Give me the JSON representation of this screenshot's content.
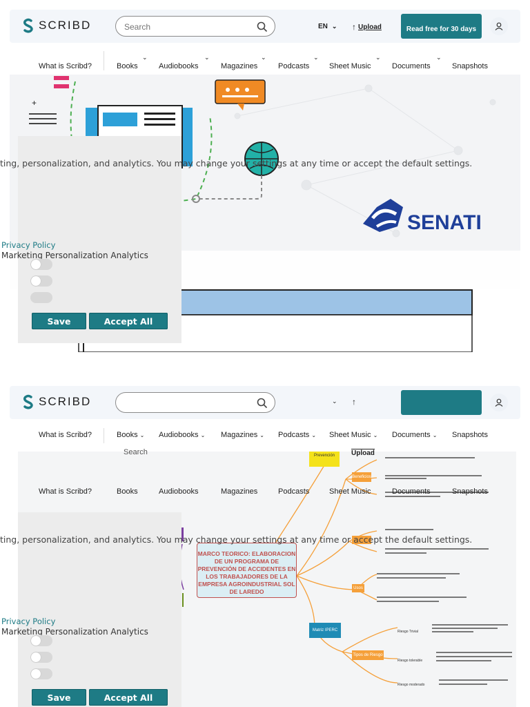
{
  "colors": {
    "accent": "#1e7b85",
    "header_bg": "#f3f6fa",
    "consent_bg": "#ececec"
  },
  "header": {
    "logo_text": "SCRIBD",
    "search_placeholder": "Search",
    "lang": "EN",
    "upload_label": "Upload",
    "cta_label": "Read free for 30 days"
  },
  "nav": {
    "items": [
      "What is Scribd?",
      "Books",
      "Audiobooks",
      "Magazines",
      "Podcasts",
      "Sheet Music",
      "Documents",
      "Snapshots"
    ]
  },
  "consent": {
    "text": "ting, personalization, and analytics. You may change your settings at any time or accept the default settings.",
    "privacy_link": "Privacy Policy",
    "categories": "Marketing Personalization Analytics",
    "save_label": "Save",
    "accept_label": "Accept All"
  },
  "doc1": {
    "brand": "SENATI"
  },
  "doc2": {
    "partial_top": "Prevención",
    "center_box": "MARCO TEORICO: ELABORACION DE UN PROGRAMA DE PREVENCIÓN DE ACCIDENTES EN LOS TRABAJADORES DE LA EMPRESA AGROINDUSTRIAL SOL DE LAREDO",
    "mid_box": "Matriz IPERC",
    "branch_orange_1": "Beneficios",
    "branch_orange_2": "Usos",
    "branch_orange_3": "Tipos de Riesgo",
    "risk_1": "Riesgo Trivial",
    "risk_2": "Riesgo tolerable",
    "risk_3": "Riesgo moderado"
  }
}
